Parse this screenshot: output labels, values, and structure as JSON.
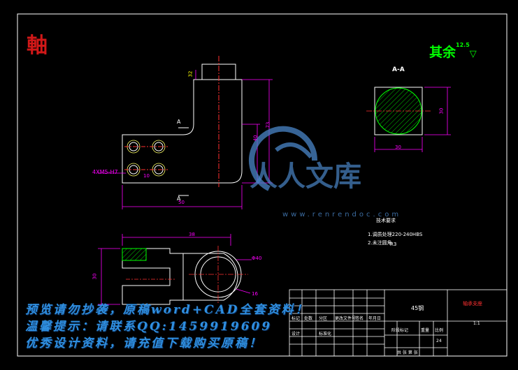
{
  "drawing": {
    "title_char": "軸",
    "roughness_note": "其余",
    "roughness_value": "12.5",
    "section_label": "A-A",
    "section_mark_a": "A",
    "hole_note": "4XM5-H7",
    "diameter_note": "Φ40",
    "small_dim": "16",
    "dims": {
      "top_angle": "32",
      "height_total": "73",
      "height_mid": "40",
      "width_base": "50",
      "inner_10": "10",
      "section_width": "30",
      "section_height": "30",
      "bottom_width": "38",
      "bottom_height": "30"
    },
    "tech_requirements_title": "技术要求",
    "tech_req_1": "1.调质处理220-240HBS",
    "tech_req_2": "2.未注圆角",
    "tech_req_r": "R3"
  },
  "title_block": {
    "material": "45钢",
    "part_name": "轴承支座",
    "scale": "1:1",
    "sheet_info": "共  张   第  张",
    "row_labels": [
      "标记",
      "处数",
      "分区",
      "更改文件号",
      "签名",
      "年月日"
    ],
    "approval": [
      "设计",
      "标准化",
      "阶段标记",
      "重量",
      "比例"
    ],
    "sheet_num": "24"
  },
  "logo": {
    "brand_text": "人人文库",
    "url_text": "www.renrendoc.com"
  },
  "watermark": {
    "line1": "预览请勿抄袭，原稿word+CAD全套资料！",
    "line2": "温馨提示：请联系QQ:1459919609",
    "line3": "优秀设计资料，请充值下载购买原稿！"
  },
  "colors": {
    "background": "#000000",
    "frame": "#ffffff",
    "dimension": "#ff00ff",
    "geometry": "#ffffff",
    "hatch": "#00ff00",
    "center": "#ff3030",
    "watermark": "#2f8fe0",
    "logo": "#4a86c8"
  }
}
